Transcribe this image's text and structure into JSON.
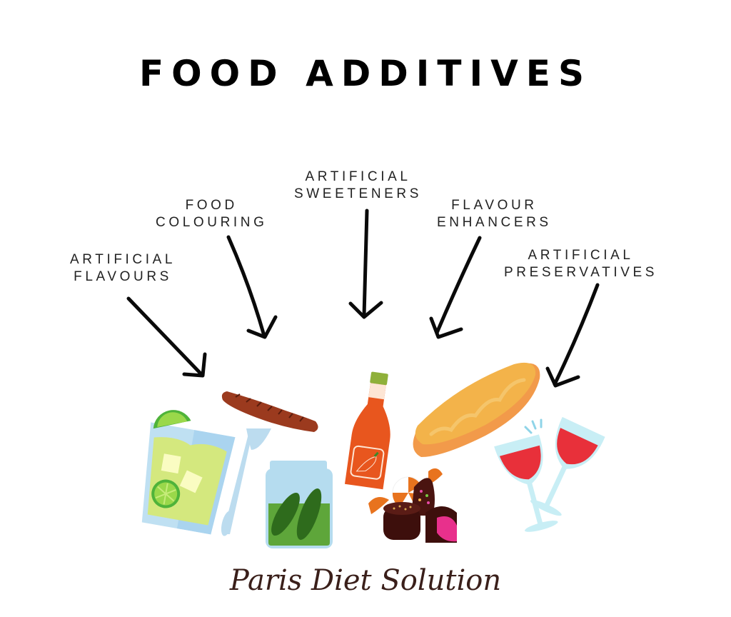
{
  "title": "FOOD ADDITIVES",
  "labels": [
    {
      "id": "artificial-flavours",
      "line1": "ARTIFICIAL",
      "line2": "FLAVOURS"
    },
    {
      "id": "food-colouring",
      "line1": "FOOD",
      "line2": "COLOURING"
    },
    {
      "id": "artificial-sweeteners",
      "line1": "ARTIFICIAL",
      "line2": "SWEETENERS"
    },
    {
      "id": "flavour-enhancers",
      "line1": "FLAVOUR",
      "line2": "ENHANCERS"
    },
    {
      "id": "artificial-preservatives",
      "line1": "ARTIFICIAL",
      "line2": "PRESERVATIVES"
    }
  ],
  "illustrations": [
    "lime-drink-icon",
    "sausage-fork-icon",
    "pickle-jar-icon",
    "hot-sauce-bottle-icon",
    "candies-chocolates-icon",
    "baguette-icon",
    "wine-glasses-icon"
  ],
  "brand": "Paris Diet Solution",
  "colors": {
    "text": "#000000",
    "label": "#222222",
    "brand": "#3a1f1a",
    "glass": "#bfe0f2",
    "lime": "#7ac943",
    "sausage": "#9b3a1e",
    "pickle_liquid": "#5ea63a",
    "hot_sauce": "#e8561e",
    "bread": "#f3b34a",
    "wine": "#e8303a"
  }
}
